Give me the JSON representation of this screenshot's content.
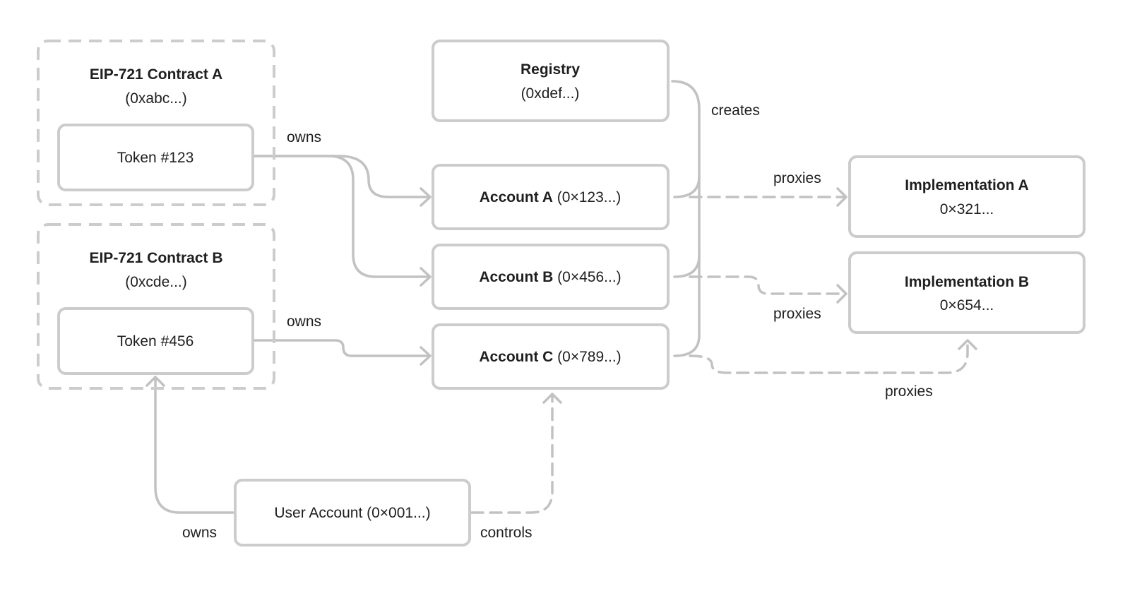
{
  "nodes": {
    "contract_a": {
      "title": "EIP-721 Contract A",
      "address": "(0xabc...)"
    },
    "contract_b": {
      "title": "EIP-721 Contract B",
      "address": "(0xcde...)"
    },
    "token_123": {
      "label": "Token #123"
    },
    "token_456": {
      "label": "Token #456"
    },
    "registry": {
      "title": "Registry",
      "address": "(0xdef...)"
    },
    "account_a": {
      "name": "Account A",
      "address": "(0×123...)"
    },
    "account_b": {
      "name": "Account B",
      "address": "(0×456...)"
    },
    "account_c": {
      "name": "Account C",
      "address": "(0×789...)"
    },
    "implementation_a": {
      "title": "Implementation A",
      "address": "0×321..."
    },
    "implementation_b": {
      "title": "Implementation B",
      "address": "0×654..."
    },
    "user_account": {
      "label": "User Account (0×001...)"
    }
  },
  "edges": {
    "token123_owns": "owns",
    "token456_owns": "owns",
    "registry_creates": "creates",
    "account_a_proxies": "proxies",
    "account_b_proxies": "proxies",
    "account_c_proxies": "proxies",
    "user_owns": "owns",
    "user_controls": "controls"
  }
}
